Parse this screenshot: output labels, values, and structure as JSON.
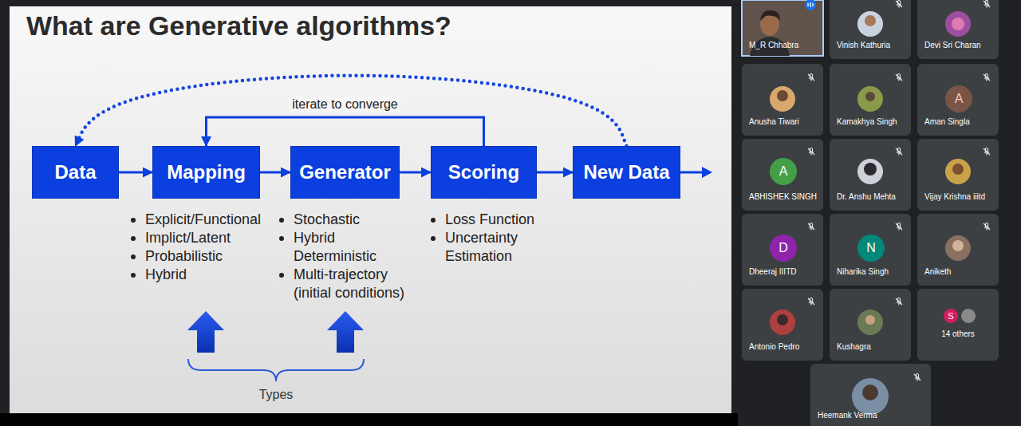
{
  "diagram": {
    "title": "What are Generative algorithms?",
    "nodes": [
      {
        "text": [
          "What are Generative algorithms?"
        ]
      },
      {
        "text": [
          "Data"
        ],
        "in": 0
      },
      {
        "text": [
          "Mapping"
        ],
        "in": 0
      },
      {
        "text": [
          "Generator"
        ],
        "in": 0
      },
      {
        "text": [
          "Scoring"
        ],
        "in": 0
      },
      {
        "text": [
          "New Data"
        ],
        "in": 0
      },
      {
        "text": [
          "M_R Chhabra"
        ]
      },
      {
        "text": [
          "Vinish Kathuria"
        ]
      },
      {
        "text": [
          "Devi Sri Charan"
        ]
      },
      {
        "text": [
          "Anusha Tiwari"
        ]
      },
      {
        "text": [
          "Kamakhya Singh"
        ]
      },
      {
        "text": [
          "Aman Singla"
        ]
      },
      {
        "text": [
          "A"
        ],
        "in": 11
      },
      {
        "text": [
          "ABHISHEK SINGH"
        ]
      },
      {
        "text": [
          "A"
        ],
        "in": 13
      },
      {
        "text": [
          "Dr. Anshu Mehta"
        ]
      },
      {
        "text": [
          "Vijay Krishna iiitd"
        ]
      },
      {
        "text": [
          "Dheeraj IIITD"
        ]
      },
      {
        "text": [
          "D"
        ],
        "in": 17
      },
      {
        "text": [
          "Niharika Singh"
        ]
      },
      {
        "text": [
          "N"
        ],
        "in": 19
      },
      {
        "text": [
          "Aniketh"
        ]
      },
      {
        "text": [
          "Antonio Pedro"
        ]
      },
      {
        "text": [
          "Kushagra"
        ]
      },
      {
        "text": [
          "14 others"
        ]
      },
      {
        "text": [
          "S"
        ],
        "in": 24
      },
      {
        "text": [
          "Heemank Verma"
        ]
      }
    ],
    "edges": [
      {
        "from": 1,
        "to": 2,
        "arrow": "to"
      },
      {
        "from": 2,
        "to": 3,
        "arrow": "to"
      },
      {
        "from": 3,
        "to": 4,
        "arrow": "to"
      },
      {
        "from": 4,
        "to": 5,
        "arrow": "to"
      },
      {
        "from": 4,
        "to": 2,
        "label": "iterate to converge",
        "arrow": "to"
      },
      {
        "from": 5,
        "to": 1,
        "arrow": "to"
      }
    ],
    "labels": [
      "Explicit/Functional",
      "Implict/Latent",
      "Probabilistic",
      "Hybrid",
      "Stochastic",
      "Hybrid Deterministic",
      "Multi-trajectory (initial conditions)",
      "Loss Function",
      "Uncertainty Estimation",
      "Types"
    ]
  }
}
